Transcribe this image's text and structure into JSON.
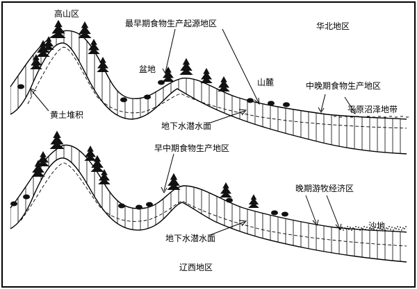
{
  "top_section": {
    "region_label": "华北地区",
    "labels": {
      "high_mountain": "高山区",
      "earliest_origin": "最早期食物生产起源地区",
      "basin": "盆地",
      "mountain_foot": "山麓",
      "mid_late_production": "中晚期食物生产地区",
      "plain_swamp": "平原沼泽地带",
      "loess": "黄土堆积",
      "groundwater": "地下水潜水面"
    }
  },
  "bottom_section": {
    "region_label": "辽西地区",
    "labels": {
      "early_mid_production": "早中期食物生产地区",
      "late_nomadic": "晚期游牧经济区",
      "sand": "沙地",
      "groundwater": "地下水潜水面"
    }
  }
}
